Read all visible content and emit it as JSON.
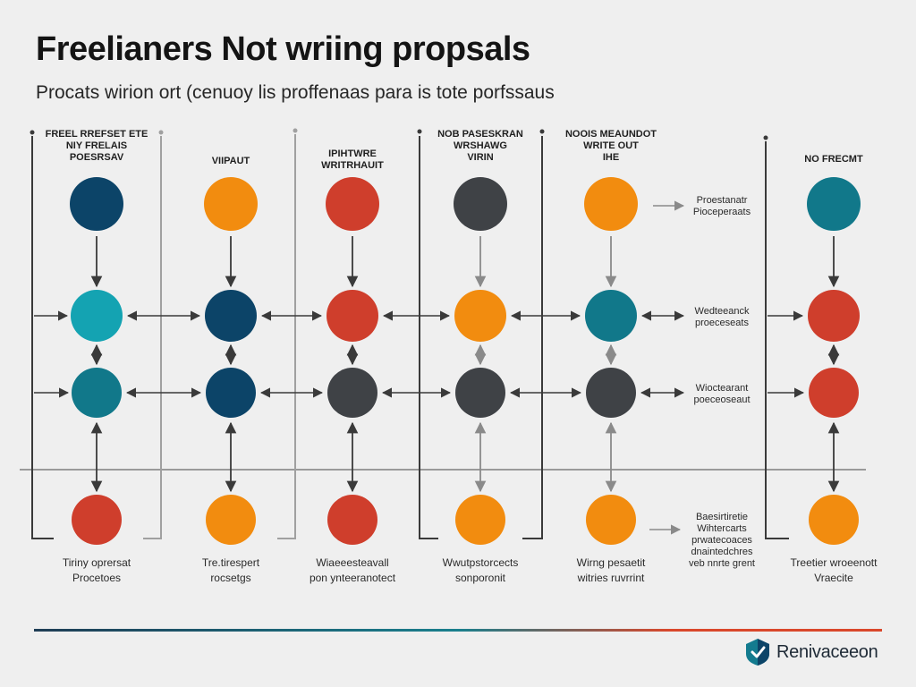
{
  "title": "Freelianers Not wriing propsals",
  "subtitle": "Proсats wirion ort (cenuoy lis proffenaas para is tote porfssaus",
  "column_headers": [
    "FREEL RREFSET ETE\nNIY FRELAIS\nPOESRSAV",
    "VIIPAUT",
    "IPIHTWRE\nWRITRHAUIT",
    "NOB PASESKRAN\nWRSHAWG\nVIRIN",
    "NOOIS MEAUNDOT\nWRITE OUT\nIHE",
    "",
    "NO FRECMT"
  ],
  "side_labels": [
    "Proestanatr\nPioceperaats",
    "Wedteeanck\nproeceseats",
    "Wioctearant\npoeceoseaut",
    "Baesirtiretie\nWihtercarts\nprwatecoaces\ndnaintedchres\nveb nnrte grent"
  ],
  "footer_labels": [
    "Tiriny oprersat\nProcetoes",
    "Tre.tirespert\nrocsetgs",
    "Wiaeeesteavall\npon ynteeranotect",
    "Wwutpstorcects\nsonporonit",
    "Wirng pesaetit\nwitries ruvrrint",
    "",
    "Treetier wroeenott\nVraecite"
  ],
  "brand": {
    "name": "Renivaceeon",
    "icon": "check-shield-icon"
  },
  "colors": {
    "navy": "#0c4468",
    "orange": "#f28c0f",
    "red": "#cf3e2c",
    "dark": "#3f4246",
    "cyan": "#14a3b2",
    "teal": "#11788a",
    "line": "#3a3a3a",
    "footer_line_left": "#1f3d55",
    "footer_line_mid": "#197f8d",
    "footer_line_right": "#d9472b"
  },
  "nodes": [
    [
      "navy",
      "cyan",
      "teal",
      "red"
    ],
    [
      "orange",
      "navy",
      "navy",
      "orange"
    ],
    [
      "red",
      "red",
      "dark",
      "red"
    ],
    [
      "dark",
      "orange",
      "dark",
      "orange"
    ],
    [
      "orange",
      "teal",
      "dark",
      "orange"
    ],
    null,
    [
      "teal",
      "red",
      "red",
      "orange"
    ]
  ]
}
